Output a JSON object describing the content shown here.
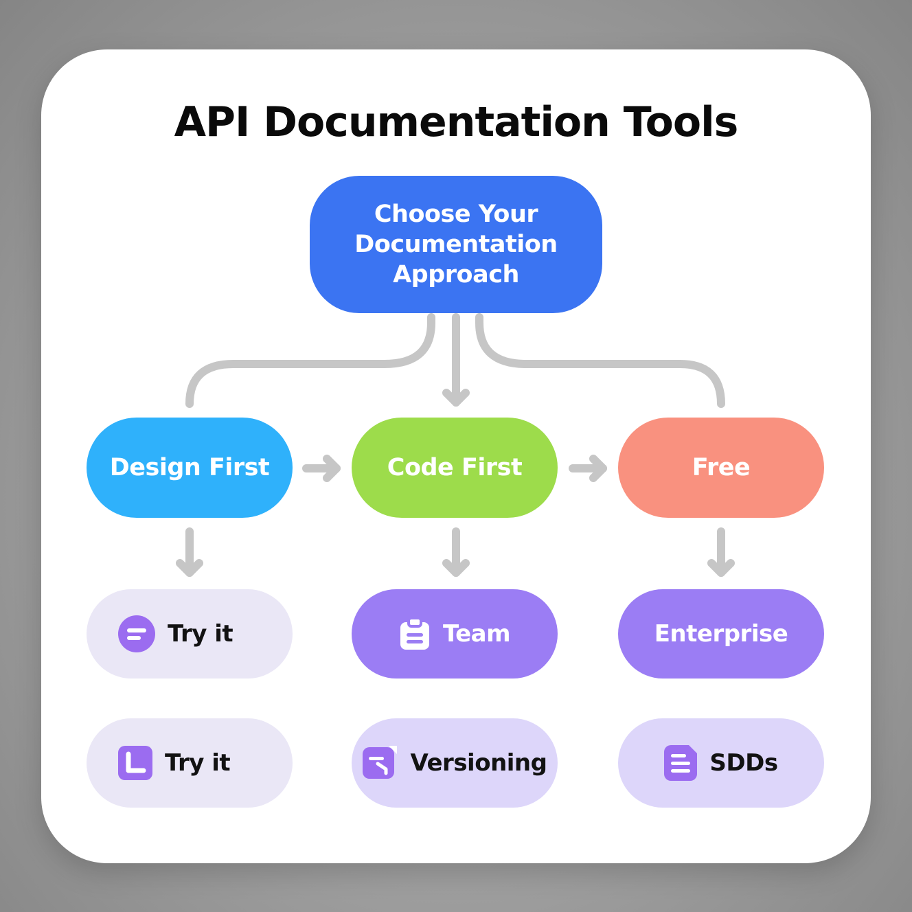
{
  "title": "API Documentation Tools",
  "root": {
    "lines": [
      "Choose Your",
      "Documentation",
      "Approach"
    ],
    "color": "#3b74f2"
  },
  "approaches": [
    {
      "label": "Design First",
      "color": "#2fb1fb"
    },
    {
      "label": "Code First",
      "color": "#9ddc4b"
    },
    {
      "label": "Free",
      "color": "#f9917f"
    }
  ],
  "tools": {
    "row1": [
      {
        "label": "Try it",
        "icon": "message-circle-icon"
      },
      {
        "label": "Team",
        "icon": "clipboard-icon"
      },
      {
        "label": "Enterprise"
      }
    ],
    "row2": [
      {
        "label": "Try it",
        "icon": "corner-square-icon"
      },
      {
        "label": "Versioning",
        "icon": "edit-document-icon"
      },
      {
        "label": "SDDs",
        "icon": "document-list-icon"
      }
    ]
  },
  "colors": {
    "connector": "#c6c6c6",
    "tool_light": "#eae7f6",
    "tool_lilac": "#ddd6fa",
    "tool_purple": "#9b7df4",
    "icon_purple": "#9b6cf0"
  }
}
